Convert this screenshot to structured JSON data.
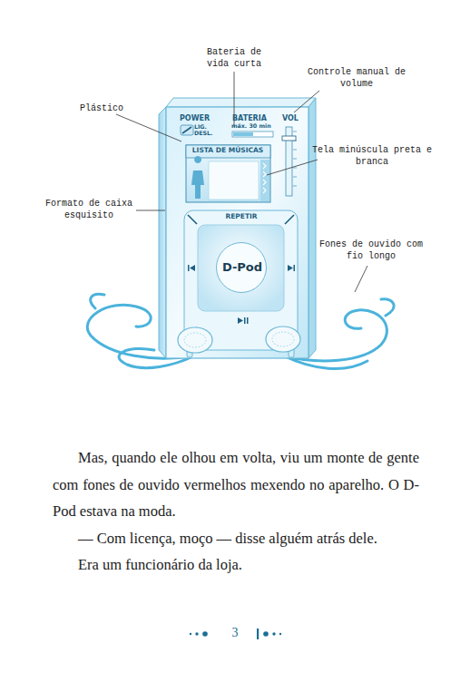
{
  "diagram": {
    "nodes": [
      {
        "text": [
          "POWER",
          "BATERIA",
          "VOL",
          "REPETIR"
        ]
      },
      {
        "text": [
          "máx. 30 min"
        ],
        "in": 0
      },
      {
        "text": [
          "LIG. DESL."
        ],
        "in": 0
      },
      {
        "text": [
          "LISTA DE MÚSICAS"
        ],
        "in": 0
      },
      {
        "text": [
          "D-Pod"
        ],
        "in": 0
      }
    ],
    "labels": [
      "Bateria de vida curta",
      "Controle manual de volume",
      "Plástico",
      "Tela minúscula preta e branca",
      "Formato de caixa esquisito",
      "Fones de ouvido com fio longo",
      "Mas, quando ele olhou em volta, viu um monte de gente com fones de ouvido vermelhos mexendo no aparelho. O D-Pod estava na moda.",
      "— Com licença, moço — disse alguém atrás dele.",
      "Era um funcionário da loja.",
      "3"
    ]
  }
}
